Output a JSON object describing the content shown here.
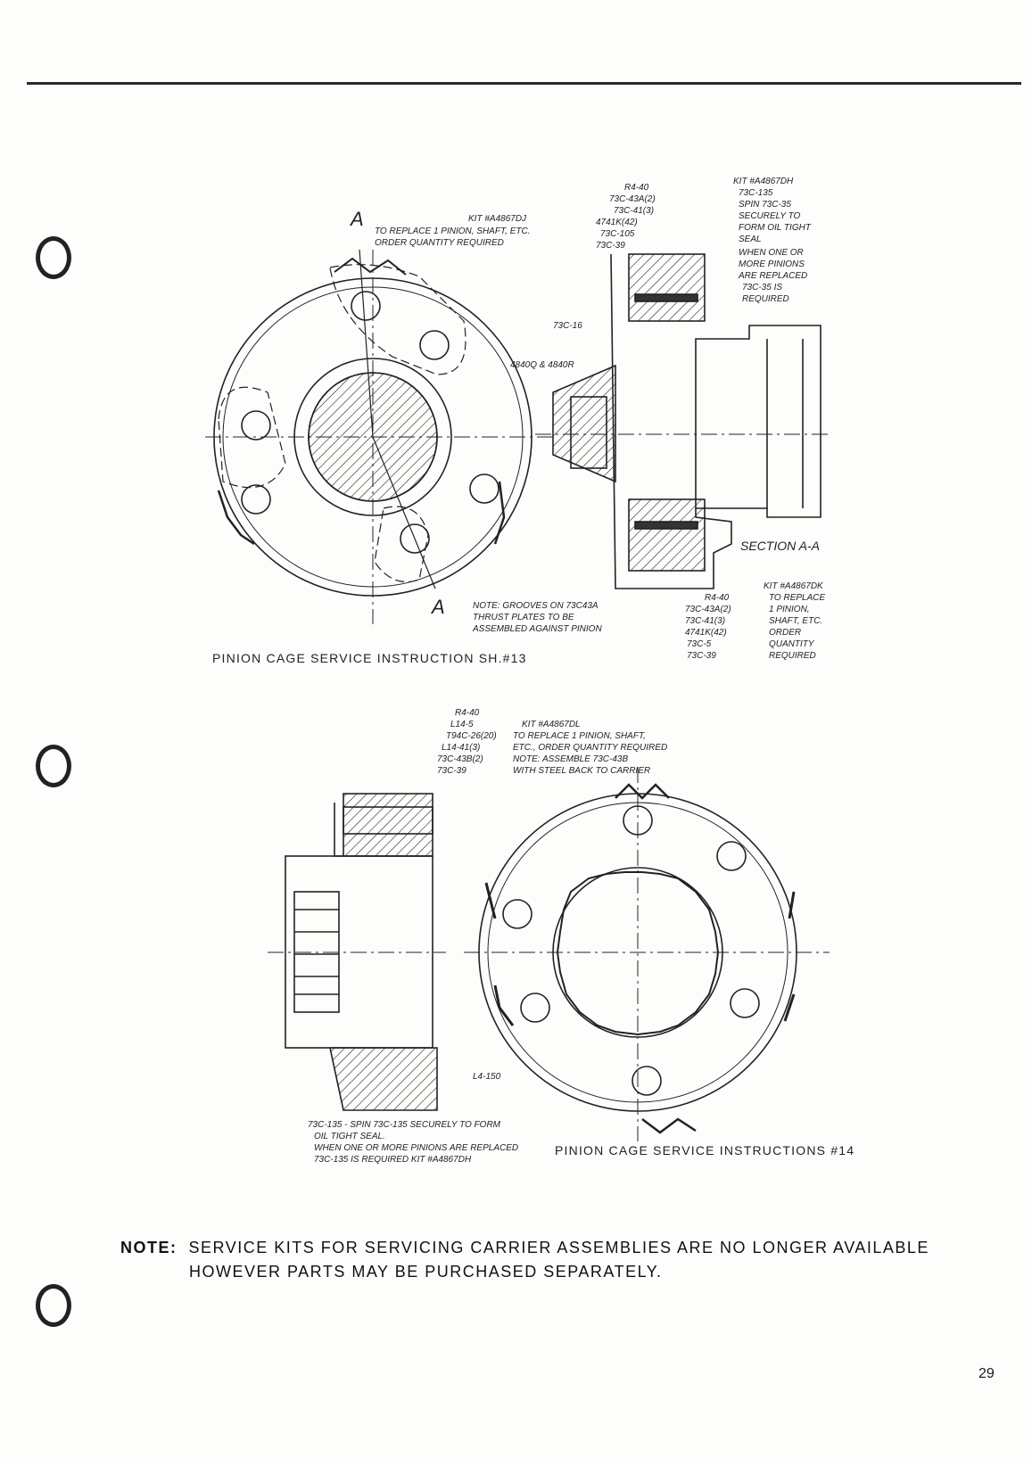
{
  "figure1": {
    "caption": "PINION CAGE SERVICE INSTRUCTION SH.#13",
    "section_label": "A",
    "section_title": "SECTION A-A",
    "kit_left": [
      "KIT #A4867DJ",
      "TO REPLACE 1 PINION, SHAFT, ETC.",
      "ORDER QUANTITY REQUIRED"
    ],
    "callouts_top": [
      "R4-40",
      "73C-43A(2)",
      "73C-41(3)",
      "4741K(42)",
      "73C-105",
      "73C-39"
    ],
    "kit_right": [
      "KIT #A4867DH",
      "73C-135",
      "SPIN 73C-35",
      "SECURELY TO",
      "FORM OIL TIGHT",
      "SEAL",
      "WHEN ONE OR",
      "MORE PINIONS",
      "ARE REPLACED",
      "73C-35 IS",
      "REQUIRED"
    ],
    "label_73c16": "73C-16",
    "label_4840q": "4840Q & 4840R",
    "note_grooves": [
      "NOTE: GROOVES ON 73C43A",
      "THRUST PLATES TO BE",
      "ASSEMBLED AGAINST PINION"
    ],
    "callouts_bottom": [
      "R4-40",
      "73C-43A(2)",
      "73C-41(3)",
      "4741K(42)",
      "73C-5",
      "73C-39"
    ],
    "kit_bottom": [
      "KIT #A4867DK",
      "TO REPLACE",
      "1 PINION,",
      "SHAFT, ETC.",
      "ORDER",
      "QUANTITY",
      "REQUIRED"
    ]
  },
  "figure2": {
    "caption": "PINION CAGE SERVICE INSTRUCTIONS #14",
    "callouts": [
      "R4-40",
      "L14-5",
      "T94C-26(20)",
      "L14-41(3)",
      "73C-43B(2)",
      "73C-39"
    ],
    "kit": [
      "KIT #A4867DL",
      "TO REPLACE 1 PINION, SHAFT,",
      "ETC., ORDER QUANTITY REQUIRED",
      "NOTE: ASSEMBLE 73C-43B",
      "WITH STEEL BACK TO CARRIER"
    ],
    "label_l4": "L4-150",
    "bottom_note": [
      "73C-135 - SPIN 73C-135 SECURELY TO FORM",
      "OIL TIGHT SEAL.",
      "WHEN ONE OR MORE PINIONS ARE REPLACED",
      "73C-135 IS REQUIRED KIT #A4867DH"
    ]
  },
  "note": {
    "label": "NOTE:",
    "line1": "SERVICE KITS FOR SERVICING CARRIER ASSEMBLIES ARE NO LONGER AVAILABLE",
    "line2": "HOWEVER PARTS MAY BE PURCHASED SEPARATELY."
  },
  "page_number": "29"
}
